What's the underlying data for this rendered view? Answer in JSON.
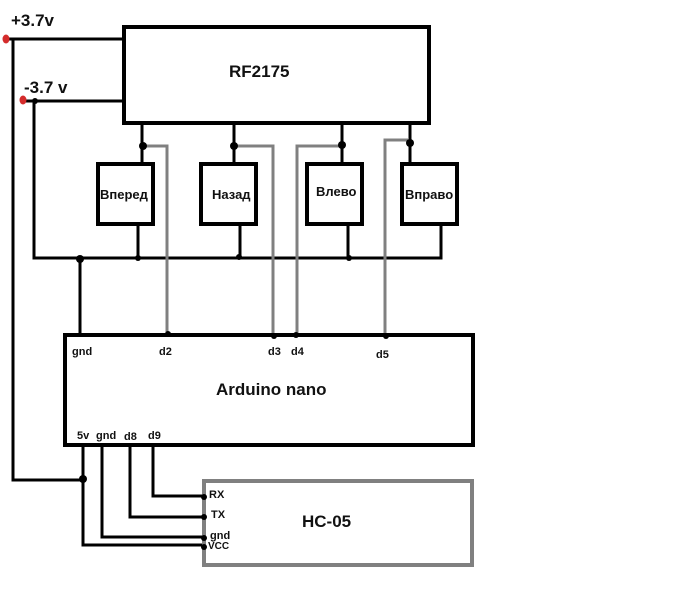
{
  "power": {
    "positive_label": "+3.7v",
    "negative_label": "-3.7 v",
    "terminal_color": "#d42b2b"
  },
  "rf_module": {
    "label": "RF2175"
  },
  "buttons": [
    {
      "label": "Вперед"
    },
    {
      "label": "Назад"
    },
    {
      "label": "Влево"
    },
    {
      "label": "Вправо"
    }
  ],
  "arduino": {
    "label": "Arduino nano",
    "top_pins": [
      "gnd",
      "d2",
      "d3",
      "d4",
      "d5"
    ],
    "bottom_pins": [
      "5v",
      "gnd",
      "d8",
      "d9"
    ]
  },
  "bluetooth": {
    "label": "HC-05",
    "pins": [
      "RX",
      "TX",
      "gnd",
      "VCC"
    ]
  },
  "colors": {
    "wire": "#000000",
    "signal_wire": "#808080",
    "hc05_outline": "#808080"
  }
}
